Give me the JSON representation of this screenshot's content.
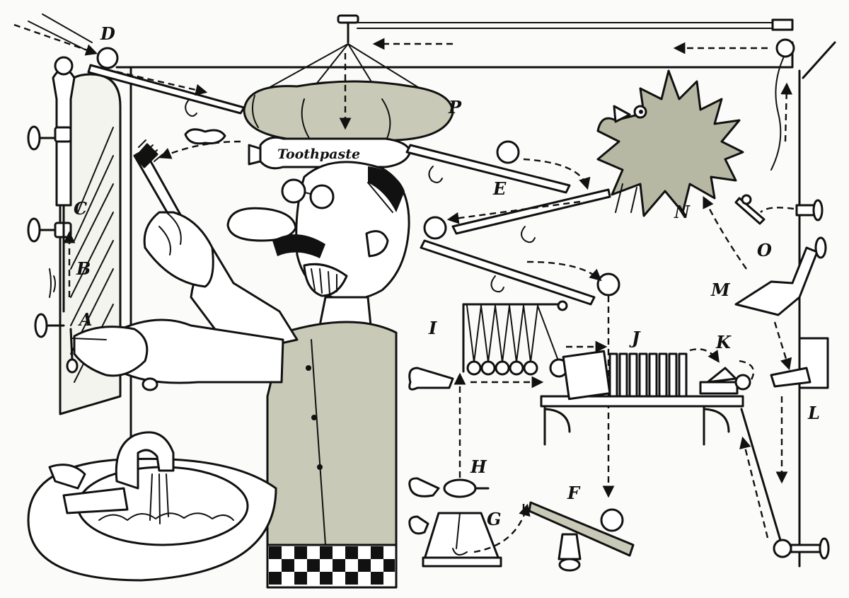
{
  "labels": {
    "A": "A",
    "B": "B",
    "C": "C",
    "D": "D",
    "E": "E",
    "F": "F",
    "G": "G",
    "H": "H",
    "I": "I",
    "J": "J",
    "K": "K",
    "L": "L",
    "M": "M",
    "N": "N",
    "O": "O",
    "P": "P"
  },
  "toothpaste_label": "Toothpaste"
}
